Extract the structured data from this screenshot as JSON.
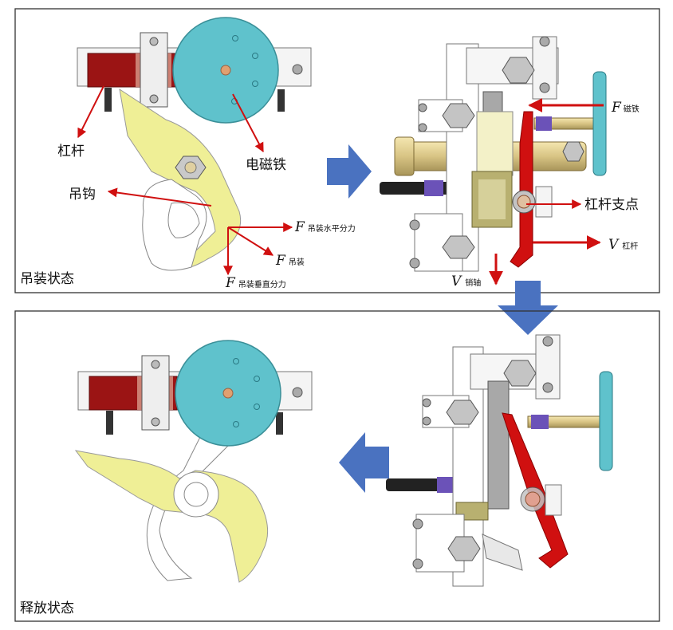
{
  "panels": {
    "top_state": "吊装状态",
    "bottom_state": "释放状态"
  },
  "labels": {
    "lever": "杠杆",
    "electromagnet": "电磁铁",
    "hook": "吊钩",
    "lever_fulcrum": "杠杆支点"
  },
  "forces": {
    "f_symbol": "F",
    "v_symbol": "V",
    "lift_horizontal_sub": "吊装水平分力",
    "lift_sub": "吊装",
    "lift_vertical_sub": "吊装垂直分力",
    "magnet_sub": "磁铁",
    "lever_v_sub": "杠杆",
    "pin_v_sub": "销轴"
  },
  "colors": {
    "arrow_red": "#d01010",
    "lever_dark_red": "#9b1414",
    "magnet_cyan": "#5fc2cc",
    "hook_yellow": "#efef96",
    "flow_arrow_blue": "#4a72c0",
    "bolt_brass": "#d8c484",
    "spring_purple": "#6b52b8"
  },
  "icons": {
    "flow_arrow": "block-arrow-icon"
  }
}
